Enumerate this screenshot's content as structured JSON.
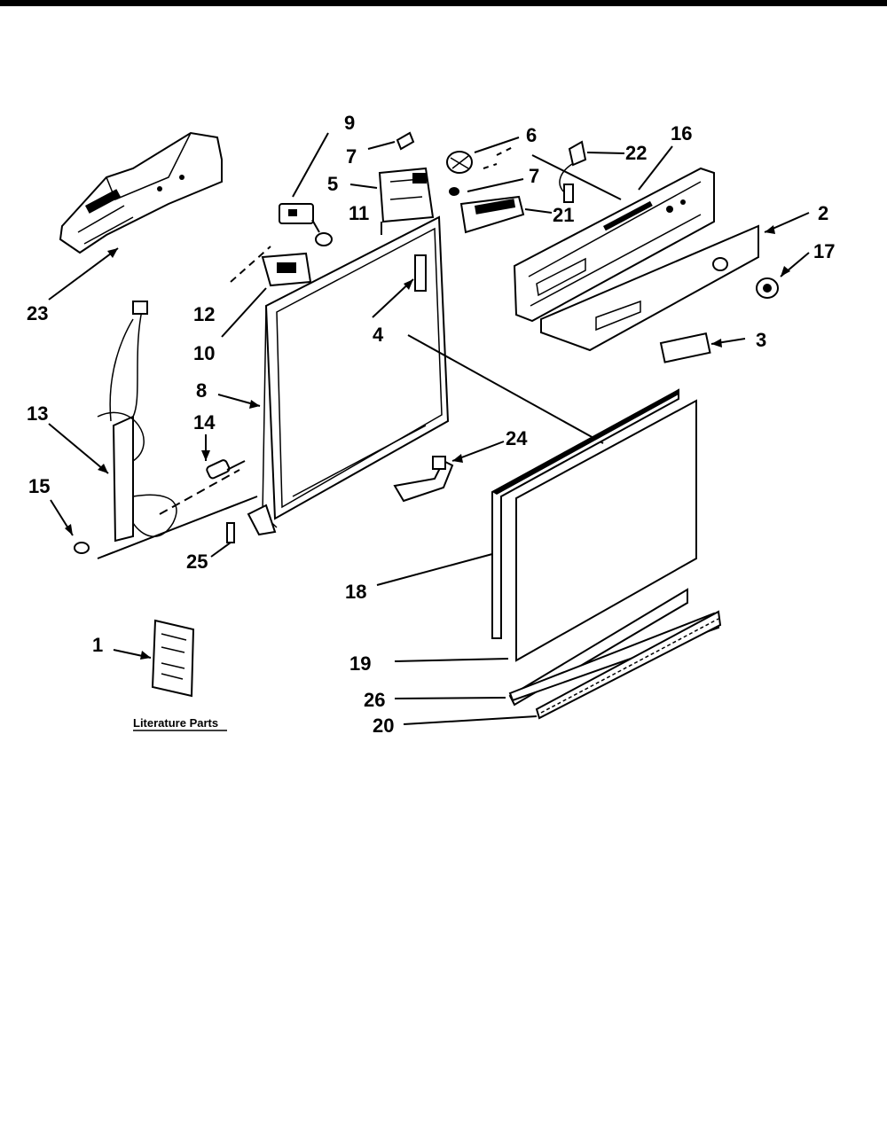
{
  "diagram": {
    "callouts": {
      "c1": "1",
      "c2": "2",
      "c3": "3",
      "c4": "4",
      "c5": "5",
      "c6": "6",
      "c7a": "7",
      "c7b": "7",
      "c8": "8",
      "c9": "9",
      "c10": "10",
      "c11": "11",
      "c12": "12",
      "c13": "13",
      "c14": "14",
      "c15": "15",
      "c16": "16",
      "c17": "17",
      "c18": "18",
      "c19": "19",
      "c20": "20",
      "c21": "21",
      "c22": "22",
      "c23": "23",
      "c24": "24",
      "c25": "25",
      "c26": "26"
    },
    "literature_label": "Literature Parts"
  }
}
